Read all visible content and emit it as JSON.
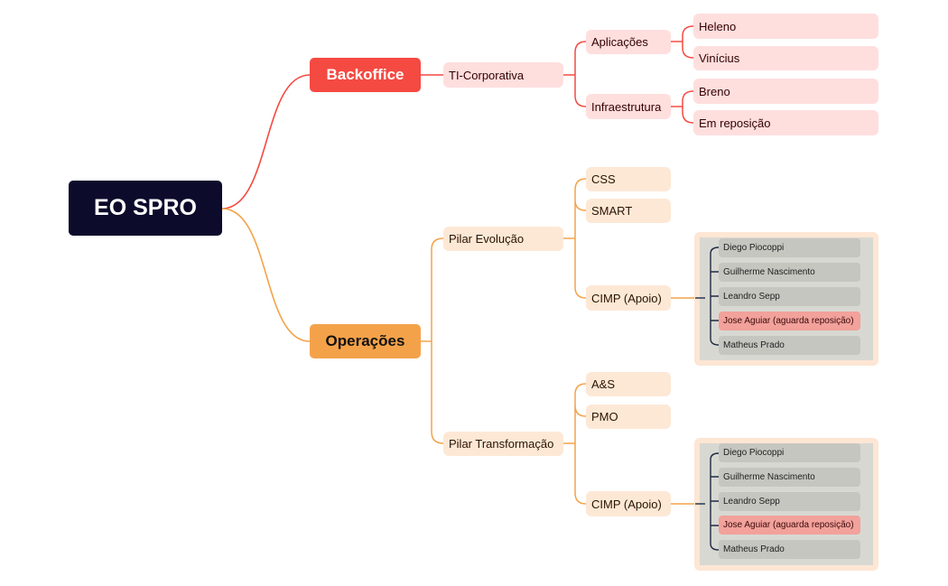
{
  "root": {
    "label": "EO SPRO"
  },
  "backoffice": {
    "label": "Backoffice",
    "ti": {
      "label": "TI-Corporativa",
      "aplicacoes": {
        "label": "Aplicações",
        "members": [
          "Heleno",
          "Vinícius"
        ]
      },
      "infra": {
        "label": "Infraestrutura",
        "members": [
          "Breno",
          "Em reposição"
        ]
      }
    }
  },
  "operacoes": {
    "label": "Operações",
    "evolucao": {
      "label": "Pilar Evolução",
      "items": [
        "CSS",
        "SMART"
      ],
      "cimp": {
        "label": "CIMP (Apoio)",
        "members": [
          "Diego Piocoppi",
          "Guilherme Nascimento",
          "Leandro Sepp",
          "Jose Aguiar (aguarda reposição)",
          "Matheus Prado"
        ]
      }
    },
    "transformacao": {
      "label": "Pilar Transformação",
      "items": [
        "A&S",
        "PMO"
      ],
      "cimp": {
        "label": "CIMP (Apoio)",
        "members": [
          "Diego Piocoppi",
          "Guilherme Nascimento",
          "Leandro Sepp",
          "Jose Aguiar (aguarda reposição)",
          "Matheus Prado"
        ]
      }
    }
  },
  "colors": {
    "root": "#0c0b2b",
    "backoffice": "#f44a42",
    "operacoes": "#f4a24a",
    "pink_node": "#ffdede",
    "peach_node": "#fde8d6",
    "highlight": "#f2a19b"
  }
}
